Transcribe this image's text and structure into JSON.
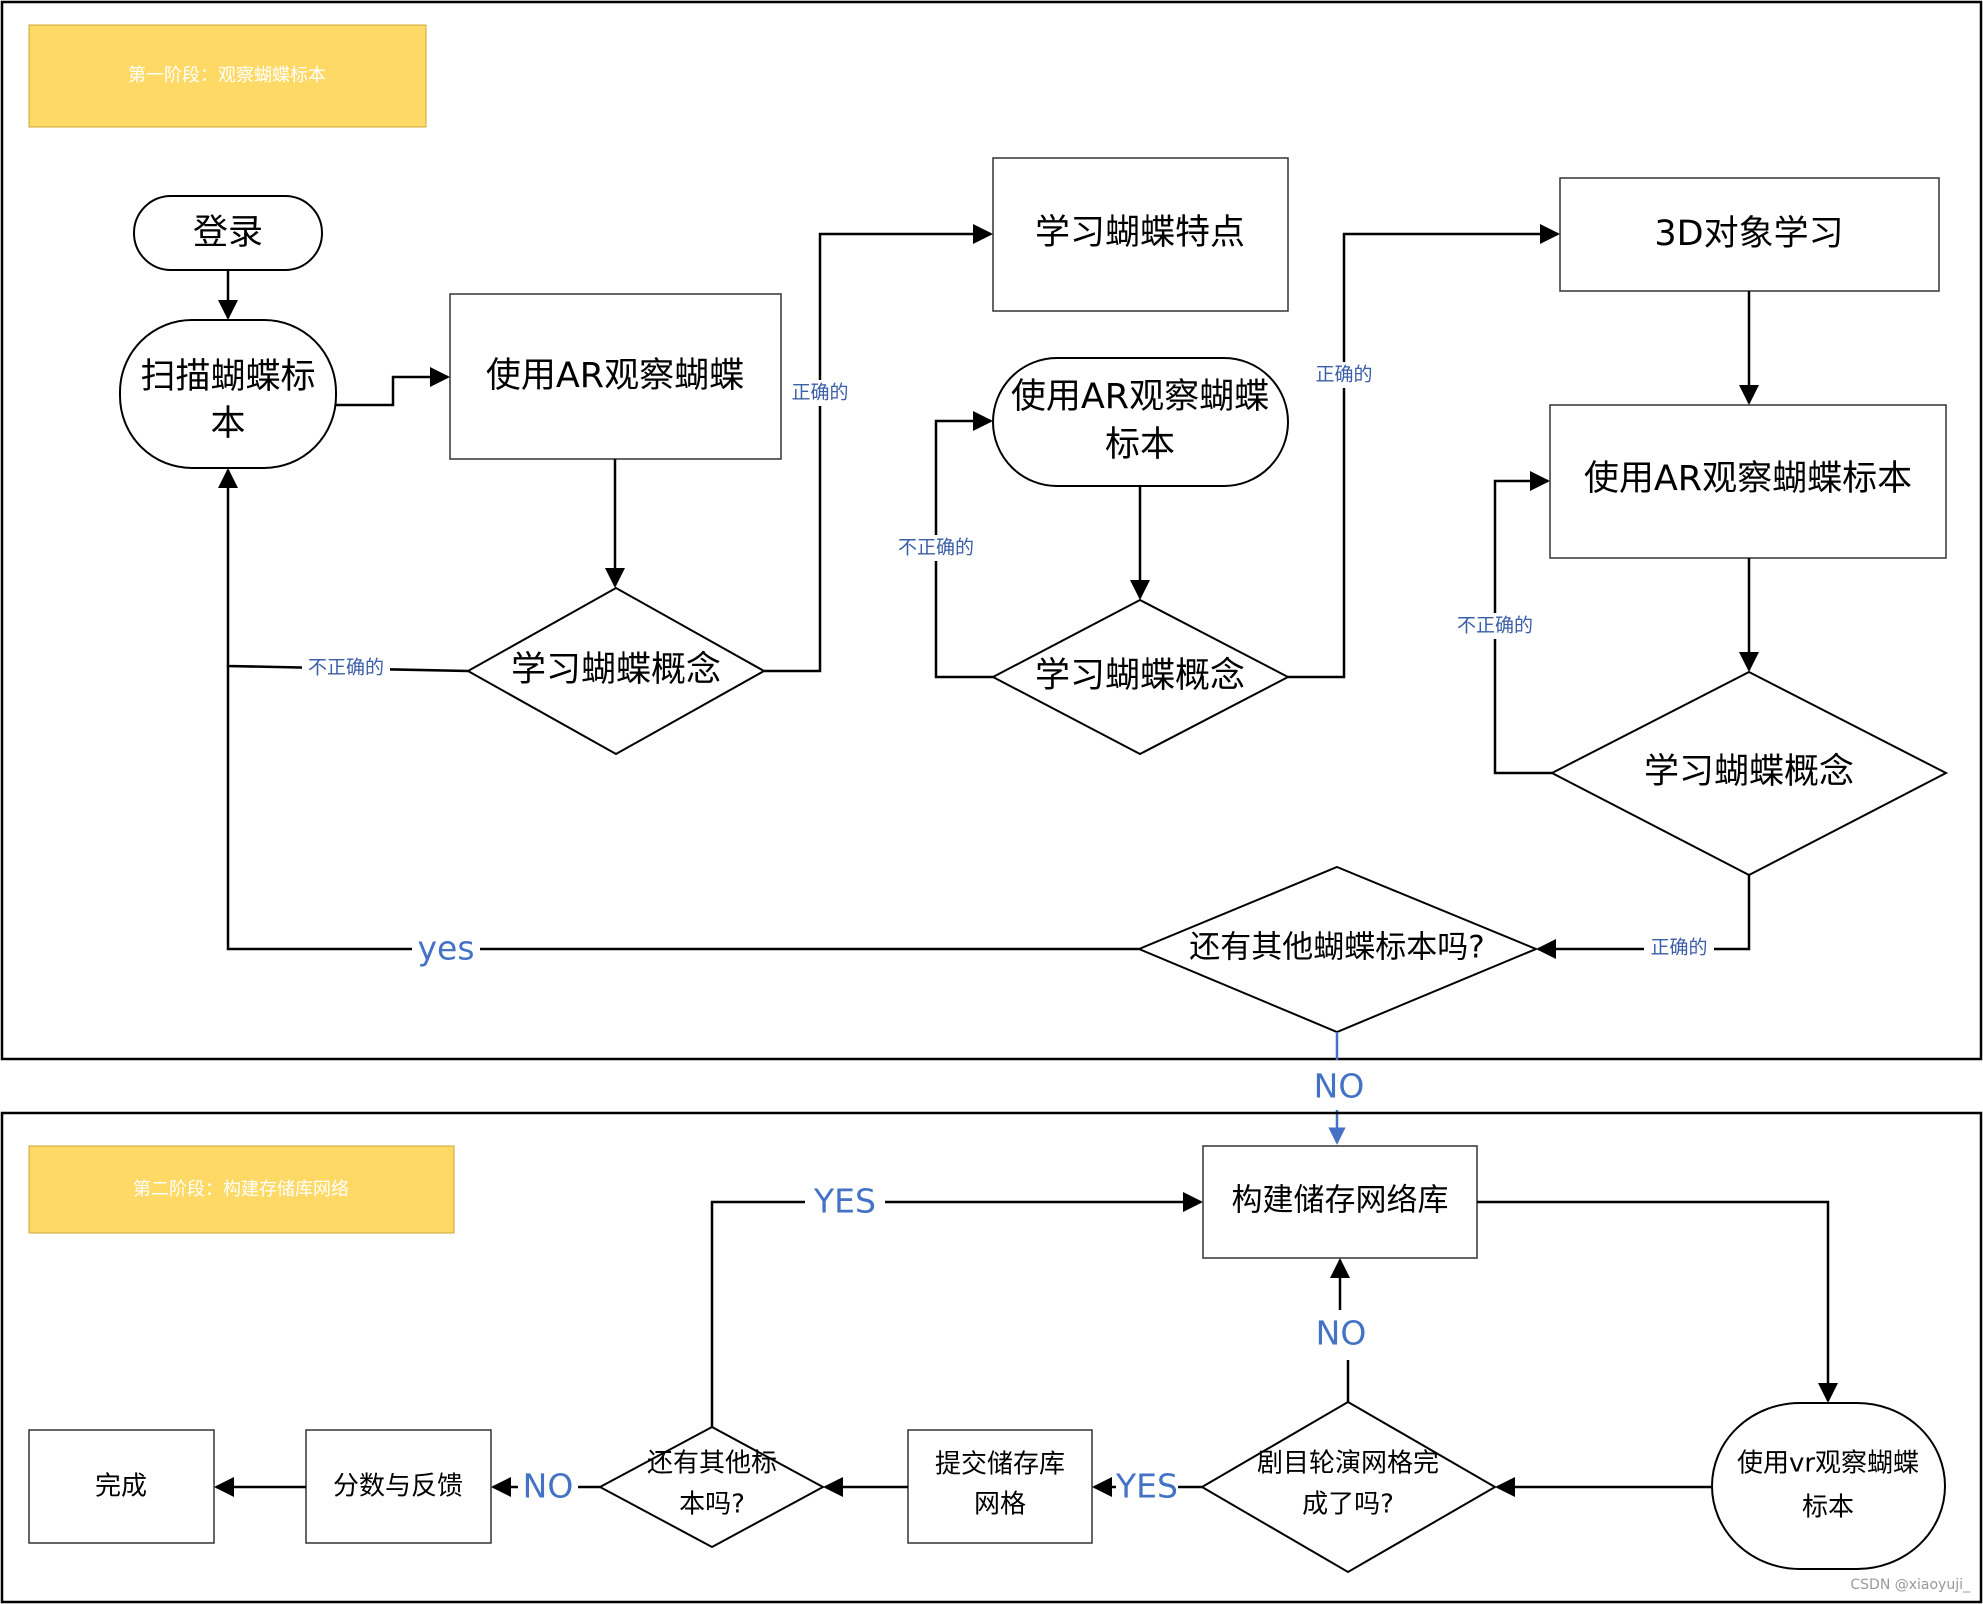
{
  "colors": {
    "stage_banner": "#ffd966",
    "connector_label": "#4472c4",
    "stroke": "#000000"
  },
  "stage1": {
    "title": "第一阶段：观察蝴蝶标本",
    "nodes": {
      "login": "登录",
      "scan_line1": "扫描蝴蝶标",
      "scan_line2": "本",
      "ar_observe": "使用AR观察蝴蝶",
      "concept_a": "学习蝴蝶概念",
      "features": "学习蝴蝶特点",
      "ar_spec_line1": "使用AR观察蝴蝶",
      "ar_spec_line2": "标本",
      "concept_b": "学习蝴蝶概念",
      "obj3d": "3D对象学习",
      "ar_spec2": "使用AR观察蝴蝶标本",
      "concept_c": "学习蝴蝶概念",
      "more_line": "还有其他蝴蝶标本吗?"
    },
    "labels": {
      "incorrect_a": "不正确的",
      "correct_a": "正确的",
      "incorrect_b": "不正确的",
      "correct_b": "正确的",
      "incorrect_c": "不正确的",
      "correct_c": "正确的",
      "yes": "yes",
      "no": "NO"
    }
  },
  "stage2": {
    "title": "第二阶段：构建存储库网络",
    "nodes": {
      "build": "构建储存网络库",
      "vr_line1": "使用vr观察蝴蝶",
      "vr_line2": "标本",
      "rotation_line1": "剧目轮演网格完",
      "rotation_line2": "成了吗?",
      "submit_line1": "提交储存库",
      "submit_line2": "网格",
      "more_line1": "还有其他标",
      "more_line2": "本吗?",
      "score": "分数与反馈",
      "done": "完成"
    },
    "labels": {
      "no_up": "NO",
      "yes_submit": "YES",
      "yes_loop": "YES",
      "no_score": "NO"
    }
  },
  "watermark": "CSDN @xiaoyuji_"
}
